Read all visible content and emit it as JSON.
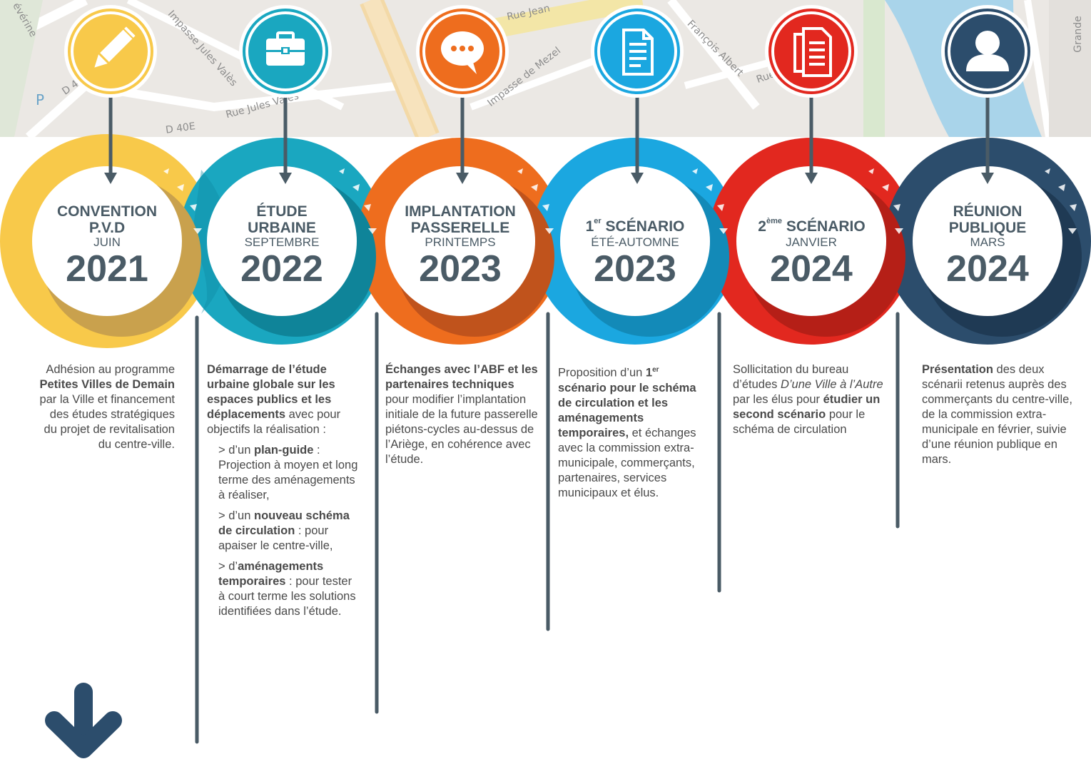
{
  "colors": {
    "yellow": "#f8c94a",
    "teal": "#1aa7c0",
    "orange": "#ee6d1e",
    "blue": "#1ba7e0",
    "red": "#e2281f",
    "navy": "#2c4d6c",
    "slate": "#4a5b66"
  },
  "map": {
    "labels": [
      "Rue Jean",
      "Impasse Jules Valès",
      "Rue Jules Valès",
      "D 40E",
      "D 40E",
      "Impasse de Mezel",
      "François Albert",
      "Rue",
      "Grande",
      "évérine",
      "P"
    ]
  },
  "stages": [
    {
      "icon": "pencil-icon",
      "title_lines": [
        "CONVENTION",
        "P.V.D"
      ],
      "period": "JUIN",
      "year": "2021",
      "desc": {
        "p1_a": "Adhésion au programme ",
        "p1_b": "Petites Villes de Demain",
        "p1_c": " par la Ville et financement des études stratégiques du projet de revitalisation du centre-ville."
      }
    },
    {
      "icon": "briefcase-icon",
      "title_lines": [
        "ÉTUDE",
        "URBAINE"
      ],
      "period": "SEPTEMBRE",
      "year": "2022",
      "desc": {
        "p1_a": "Démarrage de l’étude urbaine globale sur les espaces publics et les déplacements",
        "p1_b": " avec pour objectifs la réalisation :",
        "p2_a": "> d’un ",
        "p2_b": "plan-guide",
        "p2_c": " : Projection à moyen et long terme des aménagements à réaliser,",
        "p3_a": "> d’un ",
        "p3_b": "nouveau schéma de circulation",
        "p3_c": " : pour apaiser le centre-ville,",
        "p4_a": "> d’",
        "p4_b": "aménagements temporaires",
        "p4_c": " : pour tester à court terme les solutions identifiées dans l’étude."
      }
    },
    {
      "icon": "speech-bubble-icon",
      "title_lines": [
        "IMPLANTATION",
        "PASSERELLE"
      ],
      "period": "PRINTEMPS",
      "year": "2023",
      "desc": {
        "p1_a": "Échanges avec l’ABF et les partenaires techniques",
        "p1_b": " pour modifier l’implantation initiale de la future passerelle piétons-cycles au-dessus de l’Ariège, en cohérence avec l’étude."
      }
    },
    {
      "icon": "document-icon",
      "title_prefix": "1",
      "title_sup": "er",
      "title_main": " SCÉNARIO",
      "period": "ÉTÉ-AUTOMNE",
      "year": "2023",
      "desc": {
        "p1_a": "Proposition d’un ",
        "p1_b": "1",
        "p1_sup": "er",
        "p1_c": " scénario pour le schéma de circulation et les aménagements temporaires,",
        "p1_d": " et échanges avec la commission extra-municipale, commerçants, partenaires, services municipaux et élus."
      }
    },
    {
      "icon": "documents-stack-icon",
      "title_prefix": "2",
      "title_sup": "ème",
      "title_main": " SCÉNARIO",
      "period": "JANVIER",
      "year": "2024",
      "desc": {
        "p1_a": "Sollicitation du bureau d’études ",
        "p1_b": "D’une Ville à l’Autre",
        "p1_c": " par les élus pour ",
        "p1_d": "étudier un second scénario",
        "p1_e": " pour le schéma de circulation"
      }
    },
    {
      "icon": "person-icon",
      "title_lines": [
        "RÉUNION",
        "PUBLIQUE"
      ],
      "period": "MARS",
      "year": "2024",
      "desc": {
        "p1_a": "Présentation",
        "p1_b": " des deux scénarii retenus auprès des commerçants du centre-ville, de la commission extra-municipale en février, suivie d’une réunion publique en mars."
      }
    }
  ],
  "footer_arrow": "arrow-down-icon"
}
